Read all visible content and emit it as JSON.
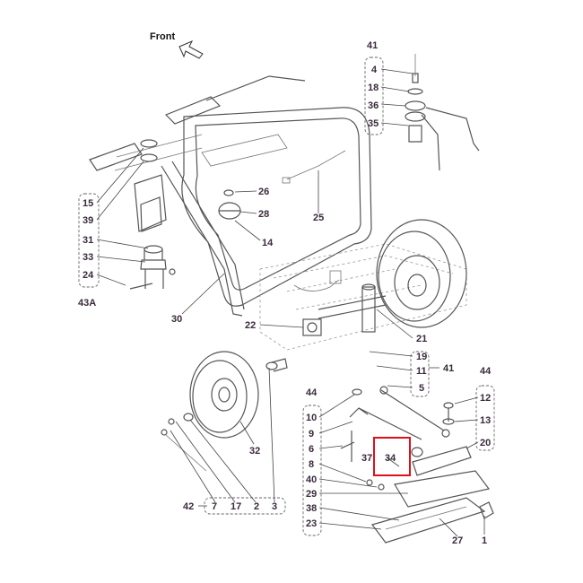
{
  "header": {
    "direction_label": "Front"
  },
  "highlight": {
    "part": "34",
    "color": "#e0101a"
  },
  "callouts": {
    "p41a": "41",
    "p4": "4",
    "p18": "18",
    "p36": "36",
    "p35": "35",
    "p15": "15",
    "p39": "39",
    "p31": "31",
    "p33": "33",
    "p24": "24",
    "p43a": "43A",
    "p26": "26",
    "p28": "28",
    "p25": "25",
    "p14": "14",
    "p30": "30",
    "p22": "22",
    "p21": "21",
    "p19": "19",
    "p11": "11",
    "p5": "5",
    "p41b": "41",
    "p44a": "44",
    "p10": "10",
    "p9": "9",
    "p6": "6",
    "p8": "8",
    "p40": "40",
    "p29": "29",
    "p38": "38",
    "p23": "23",
    "p37": "37",
    "p34": "34",
    "p44b": "44",
    "p12": "12",
    "p13": "13",
    "p20": "20",
    "p27": "27",
    "p1": "1",
    "p32": "32",
    "p42": "42",
    "p7": "7",
    "p17": "17",
    "p2": "2",
    "p3": "3"
  },
  "icons": {
    "arrow": "front-arrow-icon"
  }
}
